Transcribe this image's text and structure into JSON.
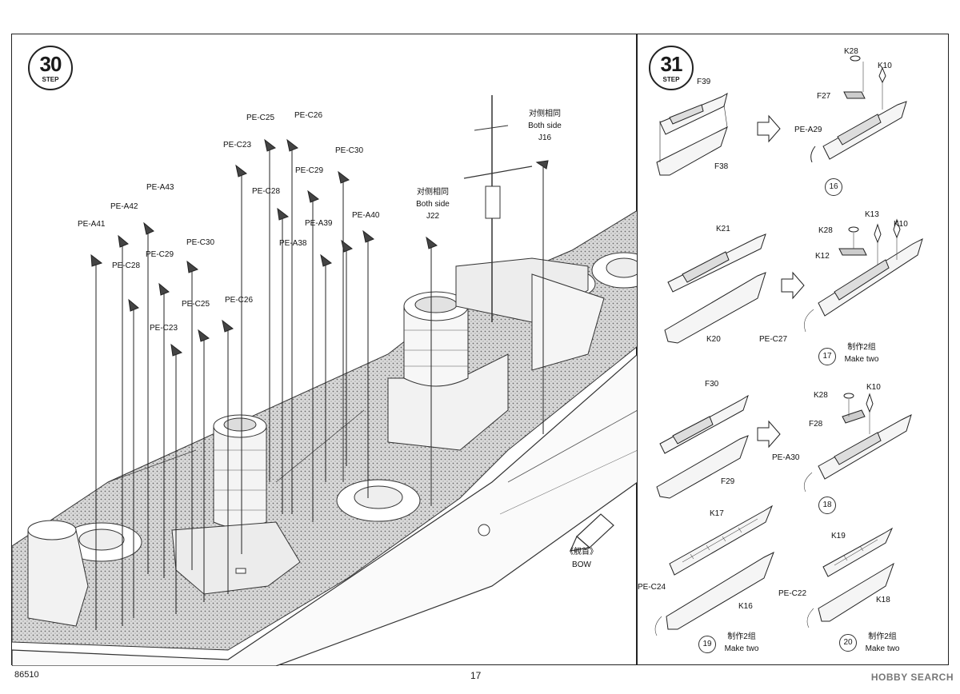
{
  "footer": {
    "catalog_number": "86510",
    "page_number": "17",
    "watermark": "HOBBY SEARCH"
  },
  "step30": {
    "number": "30",
    "label": "STEP",
    "callouts": [
      {
        "id": "J16",
        "note_cn": "对侧相同",
        "note_en": "Both side"
      },
      {
        "id": "J22",
        "note_cn": "对侧相同",
        "note_en": "Both side"
      }
    ],
    "bow": {
      "cn": "《舰首》",
      "en": "BOW"
    },
    "flag_labels": [
      "PE-A41",
      "PE-A42",
      "PE-A43",
      "PE-C28",
      "PE-C29",
      "PE-C30",
      "PE-C23",
      "PE-C25",
      "PE-C26",
      "PE-C23",
      "PE-C25",
      "PE-C28",
      "PE-C26",
      "PE-C29",
      "PE-C30",
      "PE-A38",
      "PE-A39",
      "PE-A40"
    ]
  },
  "step31": {
    "number": "31",
    "label": "STEP",
    "sub_steps": [
      {
        "num": "16",
        "parts_left": [
          "F39",
          "F38"
        ],
        "parts_right": [
          "K28",
          "K10",
          "F27",
          "PE-A29"
        ],
        "note_cn": "",
        "note_en": ""
      },
      {
        "num": "17",
        "parts_left": [
          "K21",
          "K20"
        ],
        "parts_right": [
          "K28",
          "K13",
          "K10",
          "K12",
          "PE-C27"
        ],
        "note_cn": "制作2组",
        "note_en": "Make two"
      },
      {
        "num": "18",
        "parts_left": [
          "F30",
          "F29"
        ],
        "parts_right": [
          "K28",
          "K10",
          "F28",
          "PE-A30"
        ],
        "note_cn": "",
        "note_en": ""
      },
      {
        "num": "19",
        "parts": [
          "K17",
          "PE-C24",
          "K16"
        ],
        "note_cn": "制作2组",
        "note_en": "Make two"
      },
      {
        "num": "20",
        "parts": [
          "K19",
          "PE-C22",
          "K18"
        ],
        "note_cn": "制作2组",
        "note_en": "Make two"
      }
    ]
  }
}
